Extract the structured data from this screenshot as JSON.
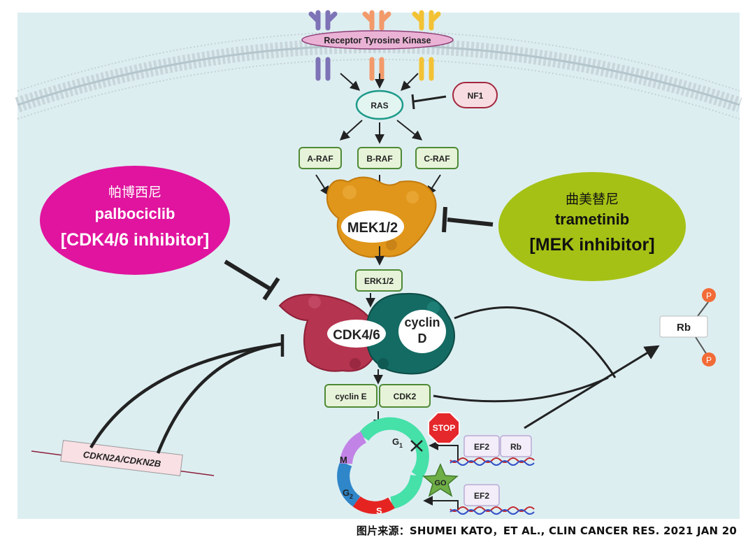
{
  "membrane": {
    "receptor_label": "Receptor Tyrosine Kinase"
  },
  "nodes": {
    "ras": "RAS",
    "nf1": "NF1",
    "araf": "A-RAF",
    "braf": "B-RAF",
    "craf": "C-RAF",
    "mek": "MEK1/2",
    "erk": "ERK1/2",
    "cdk46": "CDK4/6",
    "cyclin_d_line1": "cyclin",
    "cyclin_d_line2": "D",
    "cyclin_e": "cyclin E",
    "cdk2": "CDK2",
    "rb": "Rb",
    "phospho": "P",
    "ef2": "EF2",
    "rb_small": "Rb",
    "ef2_bottom": "EF2",
    "stop": "STOP",
    "go": "GO",
    "cdkn": "CDKN2A/CDKN2B"
  },
  "cell_cycle": {
    "g1": "G",
    "g1_sub": "1",
    "s": "S",
    "g2": "G",
    "g2_sub": "2",
    "m": "M"
  },
  "drugs": {
    "palbociclib": {
      "cn": "帕博西尼",
      "name": "palbociclib",
      "target": "[CDK4/6 inhibitor]",
      "color": "#e0149e"
    },
    "trametinib": {
      "cn": "曲美替尼",
      "name": "trametinib",
      "target": "[MEK inhibitor]",
      "color": "#a5c115"
    }
  },
  "colors": {
    "cell": "#ddeef1",
    "mek": "#e0961a",
    "cdk": "#b5344f",
    "cyclin": "#146b63",
    "node_green": "#e6f3d8",
    "node_border": "#4f8a36"
  },
  "caption": "图片来源：SHUMEI KATO，ET AL., CLIN CANCER RES. 2021 JAN 20"
}
